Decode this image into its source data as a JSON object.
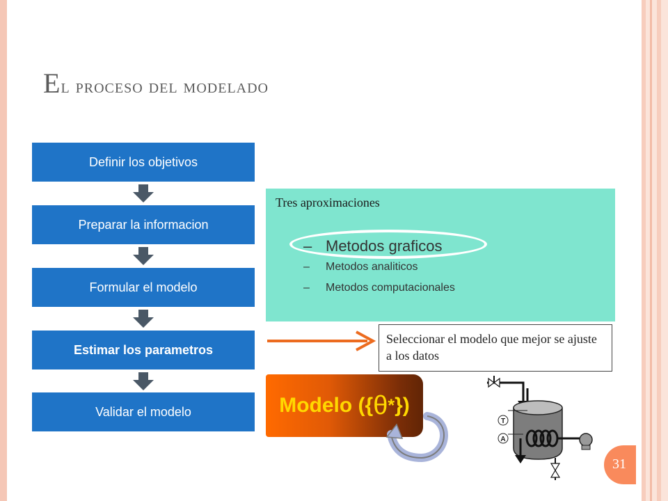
{
  "title": {
    "first_letter": "E",
    "rest": "l proceso del modelado"
  },
  "steps": [
    {
      "label": "Definir los objetivos"
    },
    {
      "label": "Preparar la informacion"
    },
    {
      "label": "Formular el modelo"
    },
    {
      "label": "Estimar los parametros"
    },
    {
      "label": "Validar el modelo"
    }
  ],
  "approaches": {
    "heading": "Tres aproximaciones",
    "items": [
      {
        "dash": "–",
        "label": "Metodos graficos"
      },
      {
        "dash": "–",
        "label": "Metodos analiticos"
      },
      {
        "dash": "–",
        "label": "Metodos computacionales"
      }
    ]
  },
  "selection_note": "Seleccionar el modelo que mejor se ajuste a los datos",
  "model": {
    "prefix": "Modelo ({",
    "symbol": "θ",
    "star": "*",
    "suffix": "})"
  },
  "reactor": {
    "label_t": "T",
    "label_a": "A"
  },
  "page_number": "31",
  "colors": {
    "step_blue": "#1f74c7",
    "approach_teal": "#7fe5cf",
    "arrow_orange": "#ec6b1f",
    "model_text_yellow": "#ffd800",
    "page_badge": "#f98a5c"
  }
}
